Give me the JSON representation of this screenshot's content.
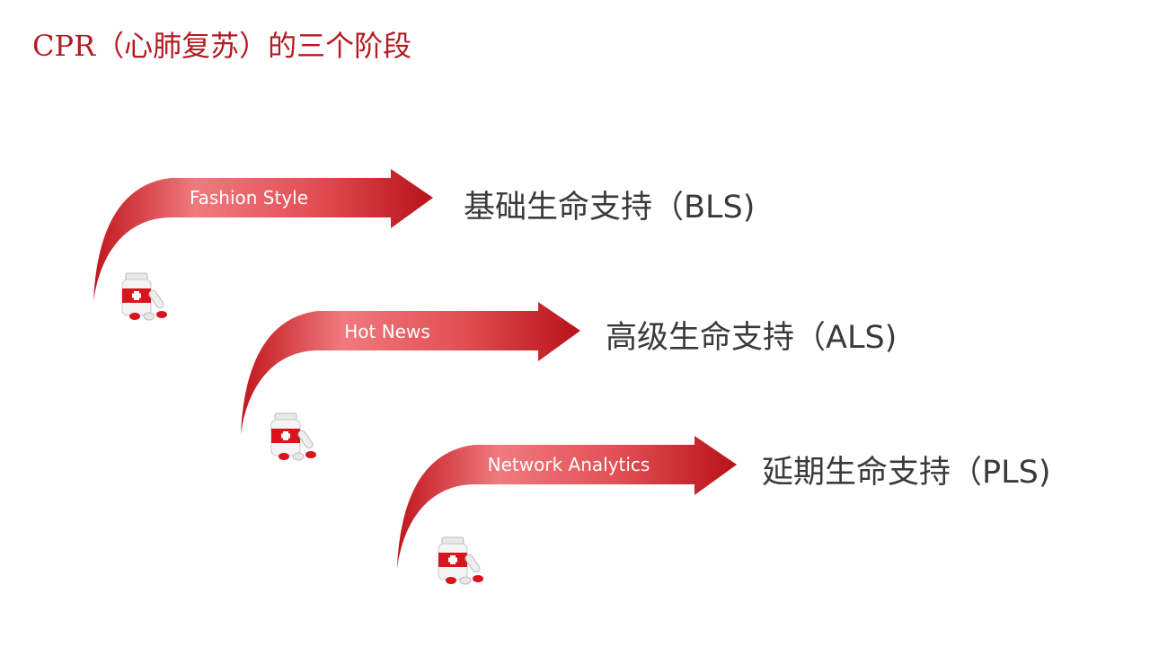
{
  "slide": {
    "title": "CPR（心肺复苏）的三个阶段"
  },
  "stages": [
    {
      "arrow_label": "Fashion Style",
      "text": "基础生命支持（BLS)"
    },
    {
      "arrow_label": "Hot News",
      "text": "高级生命支持（ALS)"
    },
    {
      "arrow_label": "Network Analytics",
      "text": "延期生命支持（PLS)"
    }
  ],
  "colors": {
    "title": "#b31b22",
    "arrow_dark": "#c0161d",
    "arrow_light": "#f07a7e",
    "text": "#3a3a3a"
  },
  "icons": [
    "medicine-bottle-icon",
    "medicine-bottle-icon",
    "medicine-bottle-icon"
  ]
}
